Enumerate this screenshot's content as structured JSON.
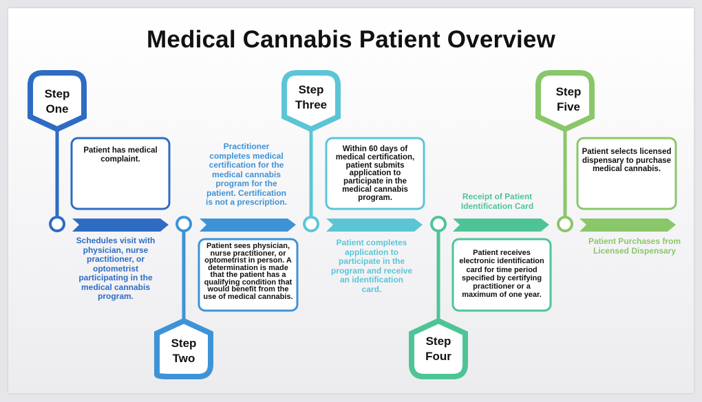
{
  "title": "Medical Cannabis Patient Overview",
  "colors": {
    "step1": "#2e6cc3",
    "step2": "#3e93d6",
    "step3": "#5bc5d6",
    "step4": "#4ec496",
    "step5": "#8ac66a"
  },
  "steps": [
    {
      "label_line1": "Step",
      "label_line2": "One",
      "box": "Patient has medical complaint.",
      "caption": "Schedules visit with physician, nurse practitioner, or optometrist participating in the medical cannabis program."
    },
    {
      "label_line1": "Step",
      "label_line2": "Two",
      "box": "Patient sees physician, nurse practitioner, or optometrist in person. A determination is made that the patient has a qualifying condition that would benefit from the use of medical cannabis.",
      "caption": "Practitioner completes medical certification for the medical cannabis program for the patient. Certification is not a prescription."
    },
    {
      "label_line1": "Step",
      "label_line2": "Three",
      "box": "Within 60 days of medical certification, patient submits application to participate in the medical cannabis program.",
      "caption": "Patient completes application to participate in the program and receive an identification card."
    },
    {
      "label_line1": "Step",
      "label_line2": "Four",
      "box": "Patient receives electronic identification card for time period specified by certifying practitioner or a maximum of one year.",
      "caption": "Receipt of Patient Identification Card"
    },
    {
      "label_line1": "Step",
      "label_line2": "Five",
      "box": "Patient selects licensed dispensary to purchase medical cannabis.",
      "caption": "Patient Purchases from Licensed Dispensary"
    }
  ]
}
